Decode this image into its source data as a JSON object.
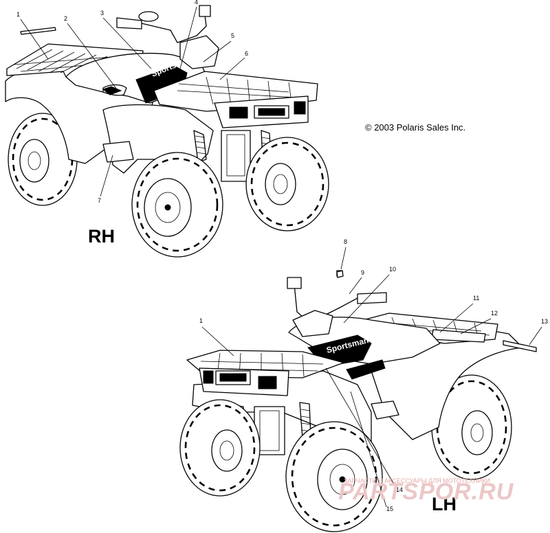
{
  "views": {
    "right": {
      "label": "RH",
      "callouts": [
        "1",
        "2",
        "3",
        "4",
        "5",
        "6",
        "7"
      ],
      "brand_decal": "Sportsman"
    },
    "left": {
      "label": "LH",
      "callouts": [
        "8",
        "9",
        "10",
        "11",
        "12",
        "13",
        "1",
        "14",
        "15"
      ],
      "brand_decal": "Sportsman"
    }
  },
  "copyright": "© 2003 Polaris Sales Inc.",
  "watermark": {
    "tagline": "ЗАПЧАСТИ И АКСЕССУАРЫ ДЛЯ МОТОТЕХНИКИ",
    "site": "PARTSPOR.RU"
  },
  "colors": {
    "line": "#000000",
    "background": "#ffffff",
    "watermark": "#e7a9a9"
  }
}
